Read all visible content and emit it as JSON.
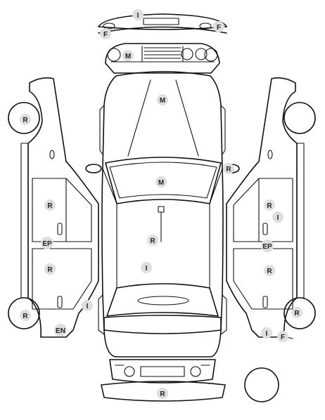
{
  "markers": [
    {
      "code": "I"
    },
    {
      "code": "F"
    },
    {
      "code": "F"
    },
    {
      "code": "M"
    },
    {
      "code": "M"
    },
    {
      "code": "R"
    },
    {
      "code": "R"
    },
    {
      "code": "M"
    },
    {
      "code": "R"
    },
    {
      "code": "EP"
    },
    {
      "code": "R"
    },
    {
      "code": "R"
    },
    {
      "code": "I"
    },
    {
      "code": "EN"
    },
    {
      "code": "R"
    },
    {
      "code": "I"
    },
    {
      "code": "R"
    },
    {
      "code": "I"
    },
    {
      "code": "EP"
    },
    {
      "code": "R"
    },
    {
      "code": "R"
    },
    {
      "code": "I"
    },
    {
      "code": "F"
    },
    {
      "code": "R"
    }
  ],
  "colors": {
    "line": "#111111",
    "badge": "#dedede",
    "badge_text": "#222222"
  }
}
